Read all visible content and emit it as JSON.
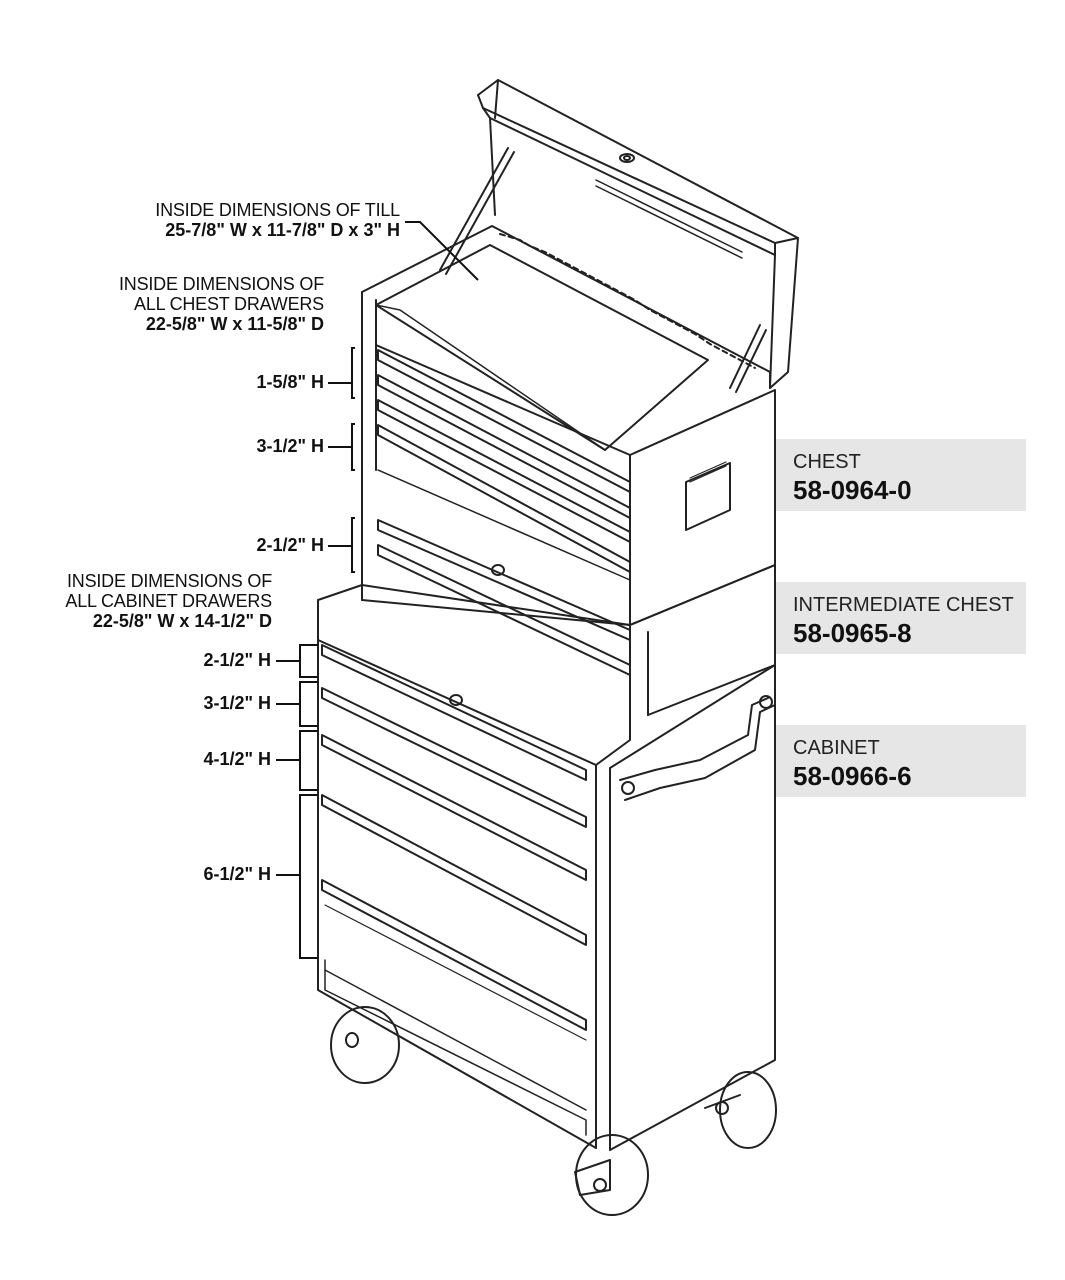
{
  "callouts": {
    "till": {
      "line1": "INSIDE DIMENSIONS OF TILL",
      "line2": "25-7/8\" W x 11-7/8\" D x 3\" H"
    },
    "chest_drawers": {
      "line1": "INSIDE DIMENSIONS OF",
      "line2": "ALL CHEST DRAWERS",
      "line3": "22-5/8\" W x 11-5/8\" D"
    },
    "cabinet_drawers": {
      "line1": "INSIDE DIMENSIONS OF",
      "line2": "ALL CABINET DRAWERS",
      "line3": "22-5/8\" W x 14-1/2\" D"
    }
  },
  "chest_heights": [
    "1-5/8\" H",
    "3-1/2\" H",
    "2-1/2\" H"
  ],
  "cabinet_heights": [
    "2-1/2\" H",
    "3-1/2\" H",
    "4-1/2\" H",
    "6-1/2\" H"
  ],
  "products": [
    {
      "name": "CHEST",
      "number": "58-0964-0"
    },
    {
      "name": "INTERMEDIATE CHEST",
      "number": "58-0965-8"
    },
    {
      "name": "CABINET",
      "number": "58-0966-6"
    }
  ],
  "colors": {
    "label_bg": "#e6e6e6",
    "line": "#111111"
  }
}
